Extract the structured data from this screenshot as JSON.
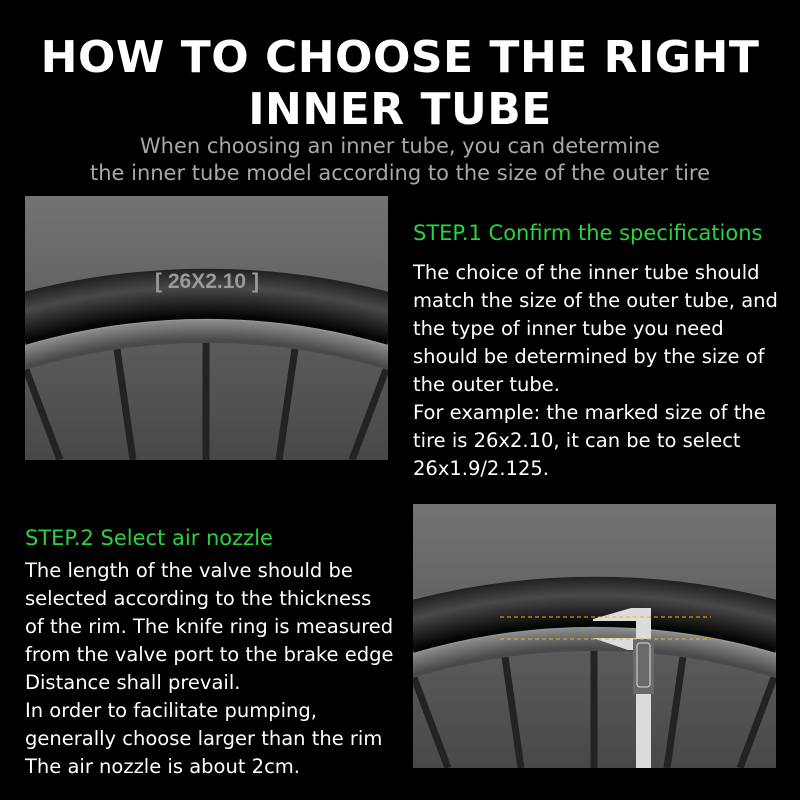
{
  "header": {
    "title_line1": "HOW TO CHOOSE THE RIGHT",
    "title_line2": "INNER TUBE",
    "subtitle_line1": "When choosing an inner tube, you can determine",
    "subtitle_line2": "the inner tube model according to the size of the outer tire"
  },
  "step1": {
    "heading": "STEP.1 Confirm the specifications",
    "image_label": "[ 26X2.10 ]",
    "lines": [
      "The choice of the inner tube should",
      "match the size of the outer tube, and",
      "the type of inner tube you need",
      "should be determined by the size of",
      "the outer tube.",
      "For example: the marked size of the",
      "tire is 26x2.10, it can be to select",
      "26x1.9/2.125."
    ]
  },
  "step2": {
    "heading": "STEP.2 Select air nozzle",
    "lines": [
      "The length of the valve should be",
      "selected according to the thickness",
      "of the rim. The knife ring is measured",
      "from the valve port to the brake edge",
      "Distance shall prevail.",
      "In order to facilitate pumping,",
      "generally choose larger than the rim",
      "The air nozzle is about 2cm."
    ]
  },
  "colors": {
    "accent": "#2bd43a",
    "measure_line": "#f0b400"
  }
}
